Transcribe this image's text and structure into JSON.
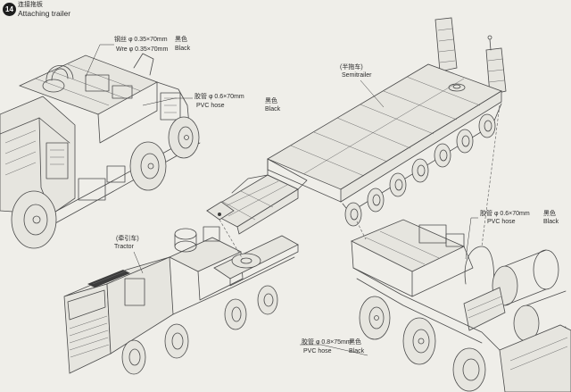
{
  "step": {
    "number": "14",
    "title_cn": "连接拖板",
    "title_en": "Attaching trailer"
  },
  "labels": {
    "wire": {
      "cn": "钢丝 φ 0.35×70mm",
      "en": "Wre φ 0.35×70mm",
      "color_cn": "黑色",
      "color_en": "Black"
    },
    "hose_left": {
      "cn": "胶管 φ 0.6×70mm",
      "en": "PVC hose",
      "color_cn": "黑色",
      "color_en": "Black"
    },
    "semitrailer": {
      "cn": "(半拖车)",
      "en": "Semitrailer"
    },
    "tractor": {
      "cn": "(牵引车)",
      "en": "Tractor"
    },
    "hose_right": {
      "cn": "胶管 φ 0.6×70mm",
      "en": "PVC hose",
      "color_cn": "黑色",
      "color_en": "Black"
    },
    "hose_bottom": {
      "cn": "胶管 φ 0.8×75mm",
      "en": "PVC hose",
      "color_cn": "黑色",
      "color_en": "Black"
    }
  },
  "colors": {
    "paper": "#efeee9",
    "ink": "#4a4a4a",
    "badge": "#1e1e1e"
  }
}
